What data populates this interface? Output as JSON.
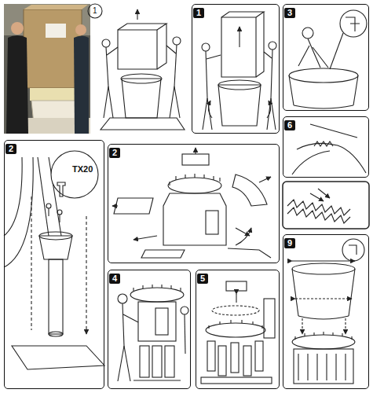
{
  "diagram": {
    "nodes": [
      {
        "text": [
          "1"
        ]
      },
      {
        "text": [
          "3"
        ]
      },
      {
        "text": [
          "6"
        ]
      },
      {
        "text": [
          "2"
        ]
      },
      {
        "text": [
          "2"
        ]
      },
      {
        "text": [
          "9"
        ]
      },
      {
        "text": [
          "4"
        ]
      },
      {
        "text": [
          "5"
        ]
      }
    ],
    "labels": [
      "1",
      "TX20"
    ]
  }
}
